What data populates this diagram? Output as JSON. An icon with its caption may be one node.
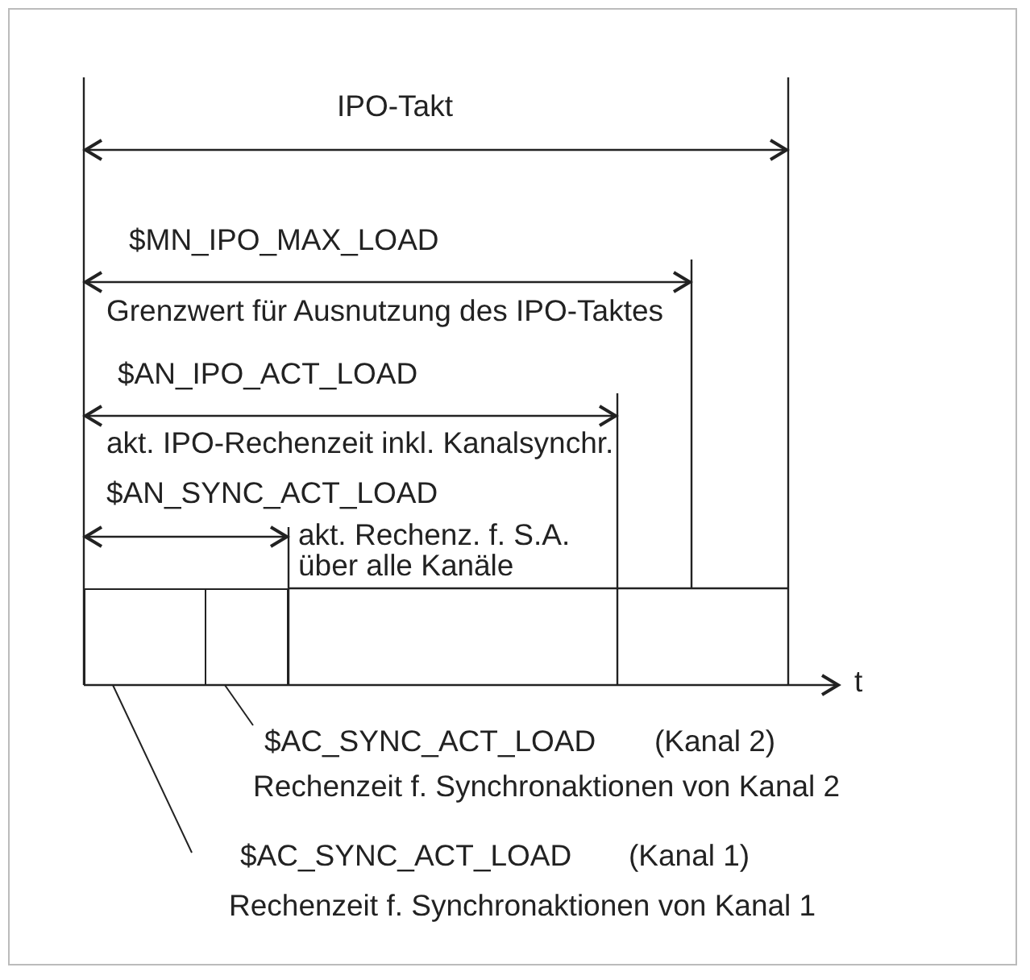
{
  "diagram": {
    "nodes": [
      {
        "text": [],
        "shape": "box"
      },
      {
        "text": [],
        "shape": "box"
      },
      {
        "text": [
          "$AC_SYNC_ACT_LOAD",
          "(Kanal 2)",
          "Rechenzeit f. Synchronaktionen von Kanal 2"
        ]
      },
      {
        "text": [
          "$AC_SYNC_ACT_LOAD",
          "(Kanal 1)",
          "Rechenzeit f. Synchronaktionen von Kanal 1"
        ]
      }
    ],
    "edges": [
      {
        "from": 2,
        "to": 1,
        "arrow": "none"
      },
      {
        "from": 3,
        "to": 0,
        "arrow": "none"
      }
    ],
    "labels": [
      "IPO-Takt",
      "$MN_IPO_MAX_LOAD",
      "Grenzwert für Ausnutzung des IPO-Taktes",
      "$AN_IPO_ACT_LOAD",
      "akt. IPO-Rechenzeit inkl. Kanalsynchr.",
      "$AN_SYNC_ACT_LOAD",
      "akt. Rechenz. f. S.A. über alle Kanäle",
      "t"
    ]
  }
}
